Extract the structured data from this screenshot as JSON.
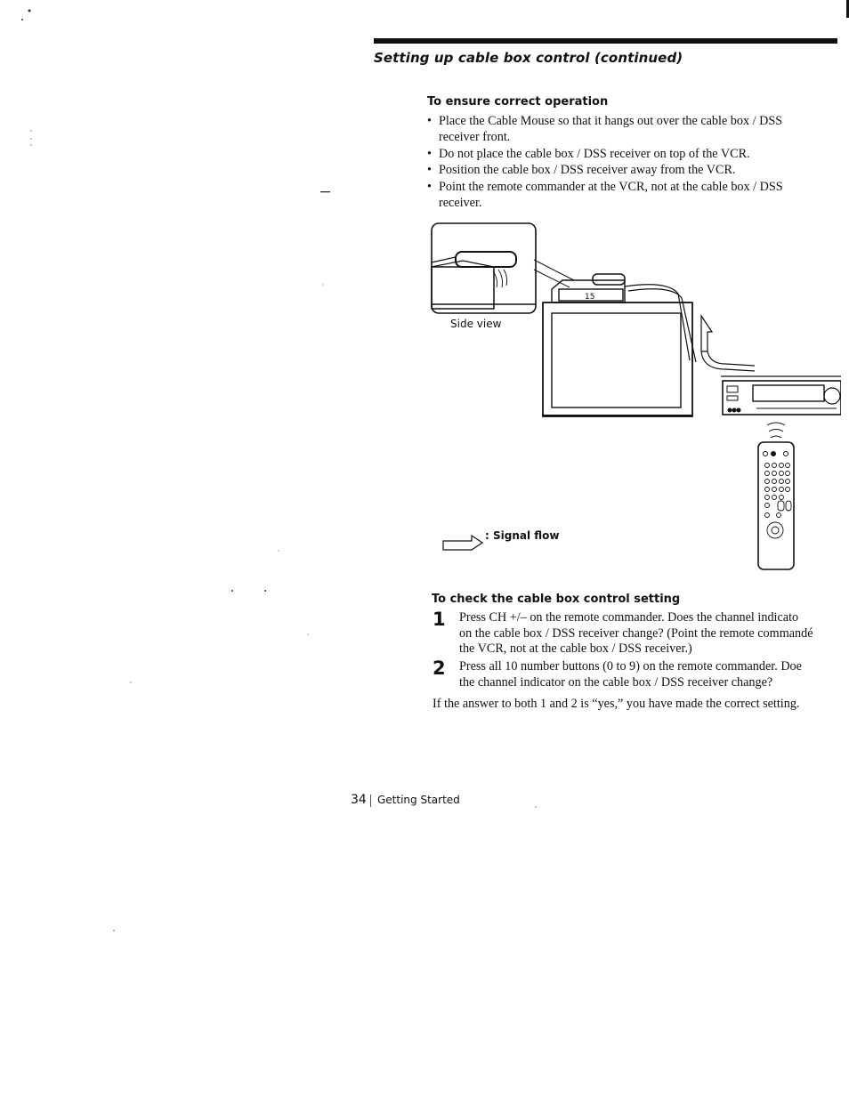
{
  "header": {
    "title": "Setting up cable box control (continued)"
  },
  "ensure": {
    "heading": "To ensure correct operation",
    "bullets": [
      "Place the Cable Mouse so that it hangs out over the cable box / DSS receiver front.",
      "Do not place the cable box / DSS receiver on top of the VCR.",
      "Position the cable box / DSS receiver away from the VCR.",
      "Point the remote commander at the VCR, not at the cable box / DSS receiver."
    ]
  },
  "illustration": {
    "side_view_label": "Side view",
    "signal_flow_label": ": Signal flow",
    "channel_display": "15"
  },
  "check": {
    "heading": "To check the cable box control setting",
    "steps": [
      {
        "number": "1",
        "lines": [
          "Press CH +/– on the remote commander.  Does the channel indicato",
          "on the cable box / DSS receiver change? (Point the remote commandé",
          "the VCR, not at the cable box / DSS receiver.)"
        ]
      },
      {
        "number": "2",
        "lines": [
          "Press all 10 number buttons (0 to 9) on the remote commander.  Doe",
          "the channel indicator on the cable box / DSS receiver change?"
        ]
      }
    ],
    "closing": "If the answer to both 1 and 2 is “yes,” you have made the correct setting."
  },
  "footer": {
    "page_number": "34",
    "section": "Getting Started"
  }
}
